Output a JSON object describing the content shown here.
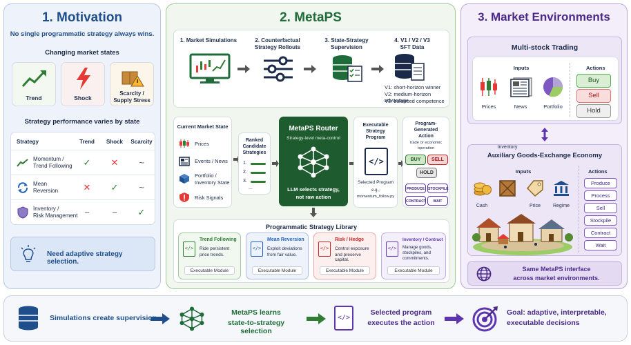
{
  "left": {
    "title": "1. Motivation",
    "subtitle": "No single programmatic strategy always wins.",
    "states_title": "Changing market states",
    "states": [
      "Trend",
      "Shock",
      "Scarcity /",
      "Supply Stress"
    ],
    "perf_title": "Strategy performance varies by state",
    "table": {
      "headers": [
        "Strategy",
        "Trend",
        "Shock",
        "Scarcity"
      ],
      "rows": [
        {
          "name1": "Momentum /",
          "name2": "Trend Following",
          "c1": "✓",
          "c2": "✕",
          "c3": "~"
        },
        {
          "name1": "Mean",
          "name2": "Reversion",
          "c1": "✕",
          "c2": "✓",
          "c3": "~"
        },
        {
          "name1": "Inventory /",
          "name2": "Risk Management",
          "c1": "~",
          "c2": "~",
          "c3": "✓"
        }
      ]
    },
    "need": "Need adaptive strategy selection."
  },
  "middle": {
    "title": "2. MetaPS",
    "pipeline": [
      {
        "l1": "1. Market Simulations",
        "l2": ""
      },
      {
        "l1": "2. Counterfactual",
        "l2": "Strategy Rollouts"
      },
      {
        "l1": "3. State-Strategy",
        "l2": "Supervision"
      },
      {
        "l1": "4. V1 / V2 / V3",
        "l2": "SFT Data"
      }
    ],
    "versions": [
      "V1: short-horizon winner",
      "V2: medium-horizon advantage",
      "V3: balanced competence"
    ],
    "state": {
      "title": "Current Market State",
      "items": [
        "Prices",
        "Events / News",
        "Portfolio /",
        "Inventory State",
        "Risk Signals"
      ]
    },
    "ranked": {
      "title1": "Ranked",
      "title2": "Candidate",
      "title3": "Strategies",
      "items": [
        "1.",
        "2.",
        "3.",
        "..."
      ]
    },
    "router": {
      "title": "MetaPS Router",
      "sub": "Strategy-level meta-control",
      "foot1": "LLM selects strategy,",
      "foot2": "not raw action"
    },
    "program": {
      "t1": "Executable",
      "t2": "Strategy",
      "t3": "Program",
      "code": "</>",
      "sel": "Selected Program",
      "eg": "e.g.,",
      "file": "momentum_follow.py"
    },
    "action": {
      "t1": "Program-",
      "t2": "Generated",
      "t3": "Action",
      "sub1": "trade or economic",
      "sub2": "operation",
      "buttons": [
        "BUY",
        "SELL",
        "HOLD"
      ],
      "chips": [
        "PRODUCE",
        "STOCKPILE",
        "CONTRACT",
        "WAIT"
      ]
    },
    "library": {
      "title": "Programmatic Strategy Library",
      "modules": [
        {
          "name": "Trend Following",
          "d1": "Ride persistent",
          "d2": "price trends.",
          "tag": "Executable Module",
          "color": "#2e7d32"
        },
        {
          "name": "Mean Reversion",
          "d1": "Exploit deviations",
          "d2": "from fair value.",
          "tag": "Executable Module",
          "color": "#1f5fbf"
        },
        {
          "name": "Risk / Hedge",
          "d1": "Control exposure",
          "d2": "and preserve capital.",
          "tag": "Executable Module",
          "color": "#c62828"
        },
        {
          "name": "Inventory / Contract",
          "d1": "Manage goods,",
          "d2": "stockpiles, and",
          "d3": "commitments.",
          "tag": "Executable Module",
          "color": "#5e35b1"
        }
      ]
    }
  },
  "right": {
    "title": "3. Market Environments",
    "multi": {
      "title": "Multi-stock Trading",
      "inputs": "Inputs",
      "actions": "Actions",
      "items": [
        "Prices",
        "News",
        "Portfolio"
      ],
      "buttons": [
        "Buy",
        "Sell",
        "Hold"
      ]
    },
    "aux": {
      "title": "Auxiliary Goods-Exchange Economy",
      "inputs": "Inputs",
      "actions": "Actions",
      "items": [
        "Cash",
        "Inventory",
        "Price",
        "Regime"
      ],
      "buttons": [
        "Produce",
        "Process",
        "Sell",
        "Stockpile",
        "Contract",
        "Wait"
      ]
    },
    "same1": "Same MetaPS interface",
    "same2": "across market environments."
  },
  "bottom": {
    "s1": "Simulations create supervision",
    "s2a": "MetaPS learns",
    "s2b": "state-to-strategy selection",
    "s3a": "Selected program",
    "s3b": "executes the action",
    "s4a": "Goal: adaptive, interpretable,",
    "s4b": "executable decisions"
  },
  "colors": {
    "blue": "#1f4e8c",
    "green": "#1f6b3a",
    "purple": "#4b2a8a",
    "router": "#1e5c2f"
  }
}
